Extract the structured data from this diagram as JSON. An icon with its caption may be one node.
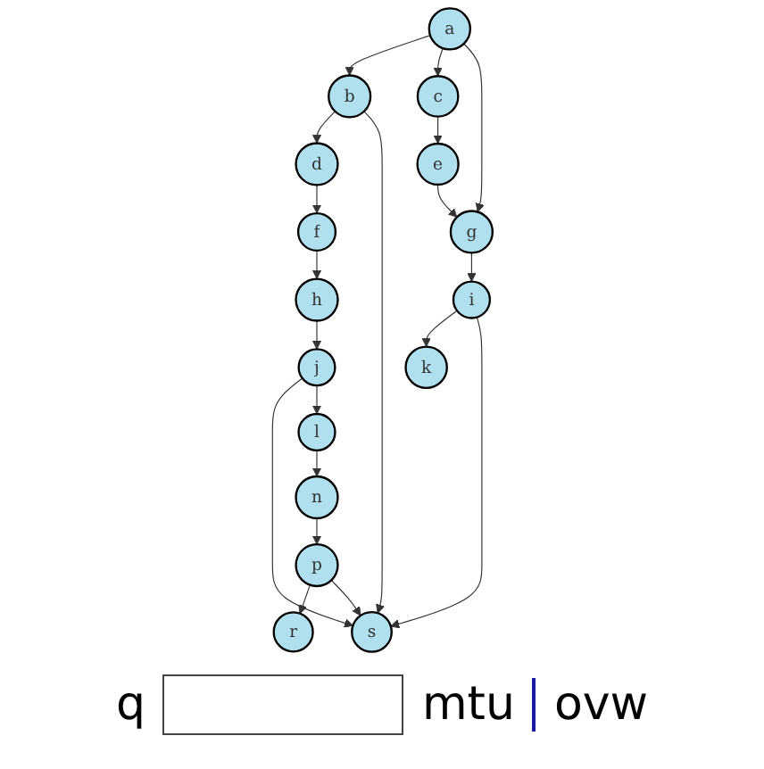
{
  "diagram": {
    "nodes": [
      {
        "text": [
          "b"
        ]
      },
      {
        "text": [
          "a"
        ]
      },
      {
        "text": [
          "k"
        ]
      },
      {
        "text": [
          "c"
        ]
      },
      {
        "text": [
          "d"
        ]
      },
      {
        "text": [
          "e"
        ]
      },
      {
        "text": [
          "n"
        ]
      },
      {
        "text": [
          "f"
        ]
      },
      {
        "text": [
          "g"
        ]
      },
      {
        "text": [
          "p"
        ]
      },
      {
        "text": [
          "h"
        ]
      },
      {
        "text": [
          "i"
        ]
      },
      {
        "text": [
          "r"
        ]
      },
      {
        "text": [
          "j"
        ]
      },
      {
        "text": [
          "s"
        ]
      },
      {
        "text": [
          "l"
        ]
      }
    ],
    "edges": [
      {
        "from": 1,
        "to": 0,
        "arrow": "to"
      },
      {
        "from": 1,
        "to": 3,
        "arrow": "to"
      },
      {
        "from": 1,
        "to": 8,
        "arrow": "to"
      },
      {
        "from": 0,
        "to": 4,
        "arrow": "to"
      },
      {
        "from": 0,
        "to": 14,
        "arrow": "to"
      },
      {
        "from": 3,
        "to": 5,
        "arrow": "to"
      },
      {
        "from": 5,
        "to": 8,
        "arrow": "to"
      },
      {
        "from": 8,
        "to": 11,
        "arrow": "to"
      },
      {
        "from": 11,
        "to": 2,
        "arrow": "to"
      },
      {
        "from": 11,
        "to": 14,
        "arrow": "to"
      },
      {
        "from": 6,
        "to": 9,
        "arrow": "to"
      },
      {
        "from": 9,
        "to": 12,
        "arrow": "to"
      },
      {
        "from": 9,
        "to": 14,
        "arrow": "to"
      },
      {
        "from": 4,
        "to": 7,
        "arrow": "to"
      },
      {
        "from": 7,
        "to": 10,
        "arrow": "to"
      },
      {
        "from": 10,
        "to": 13,
        "arrow": "to"
      },
      {
        "from": 13,
        "to": 14,
        "arrow": "to"
      },
      {
        "from": 13,
        "to": 15,
        "arrow": "to"
      },
      {
        "from": 15,
        "to": 6,
        "arrow": "to"
      }
    ],
    "labels": [
      "q",
      "mtu",
      "ovw"
    ]
  }
}
